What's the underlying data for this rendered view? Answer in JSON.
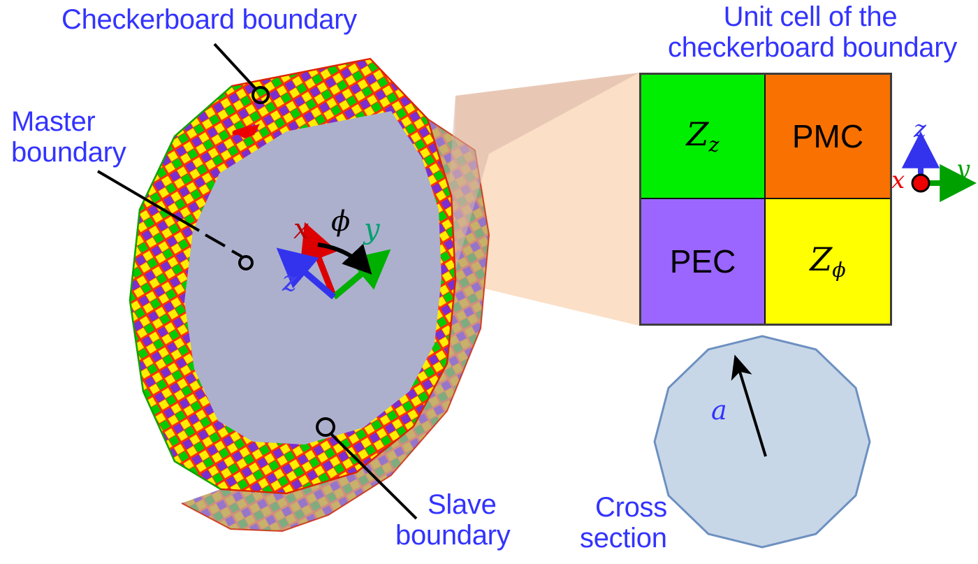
{
  "figure": {
    "kind": "3d-diagram-with-callout",
    "background": "#ffffff"
  },
  "labels": {
    "checkerboard_boundary": "Checkerboard boundary",
    "master_boundary_line1": "Master",
    "master_boundary_line2": "boundary",
    "slave_boundary_line1": "Slave",
    "slave_boundary_line2": "boundary",
    "unit_cell_title_line1": "Unit cell of the",
    "unit_cell_title_line2": "checkerboard boundary",
    "cross_section_line1": "Cross",
    "cross_section_line2": "section",
    "label_color": "#3333ff"
  },
  "unit_cell": {
    "quadrants": [
      {
        "id": "top-left",
        "label": "Z",
        "sub": "z",
        "italic": true,
        "fill": "#00ee00"
      },
      {
        "id": "top-right",
        "label": "PMC",
        "sub": "",
        "italic": false,
        "fill": "#f97100"
      },
      {
        "id": "bottom-left",
        "label": "PEC",
        "sub": "",
        "italic": false,
        "fill": "#9b66ff"
      },
      {
        "id": "bottom-right",
        "label": "Z",
        "sub": "ϕ",
        "italic": true,
        "fill": "#ffff00"
      }
    ],
    "border_color": "#3d3d3d",
    "callout_cone_color": "#fbdfc6"
  },
  "axes_inset": {
    "z_label": "z",
    "y_label": "y",
    "x_label": "x",
    "z_color": "#3333ee",
    "y_color": "#00a000",
    "x_color": "#ee0000",
    "origin_dot_color": "#ee0000"
  },
  "axes_main": {
    "x_label": "x",
    "y_label": "y",
    "z_label": "z",
    "phi_label": "ϕ",
    "x_color": "#dd0000",
    "y_color": "#00b000",
    "z_color": "#3333ee",
    "phi_color": "#000000",
    "x_label_color": "#bb0000",
    "y_label_color": "#00a070",
    "z_label_color": "#4040ee"
  },
  "cross_section": {
    "shape": "decagon",
    "sides": 10,
    "fill": "#c8d7e8",
    "stroke": "#6d90c0",
    "radius_label": "a",
    "radius_label_color": "#3333ff"
  },
  "cylinder": {
    "shape": "decagonal-prism",
    "front_face_fill": "#a9adcb",
    "wall_colors": [
      "#00cc00",
      "#ffee00",
      "#7a2fd0",
      "#ff2a00"
    ],
    "mesh_edge_color": "#e02020",
    "marker_arrow_color": "#ee0000"
  },
  "leaders": {
    "checkerboard_circle": "open-circle",
    "master_circle": "open-circle",
    "slave_circle": "open-circle",
    "line_color": "#000000"
  }
}
